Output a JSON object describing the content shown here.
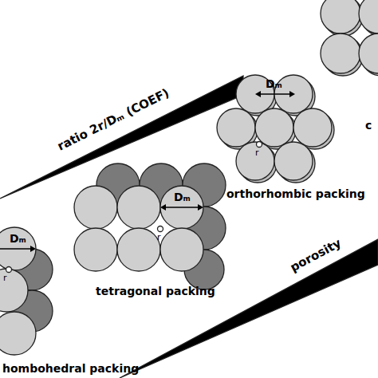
{
  "diagram": {
    "labels": [
      "ratio 2r/Dₘ (COEF)",
      "c",
      "Dₘ",
      "r",
      "orthorhombic packing",
      "Dₘ",
      "r",
      "tetragonal packing",
      "porosity",
      "Dₘ",
      "r",
      "hombohedral packing"
    ]
  }
}
